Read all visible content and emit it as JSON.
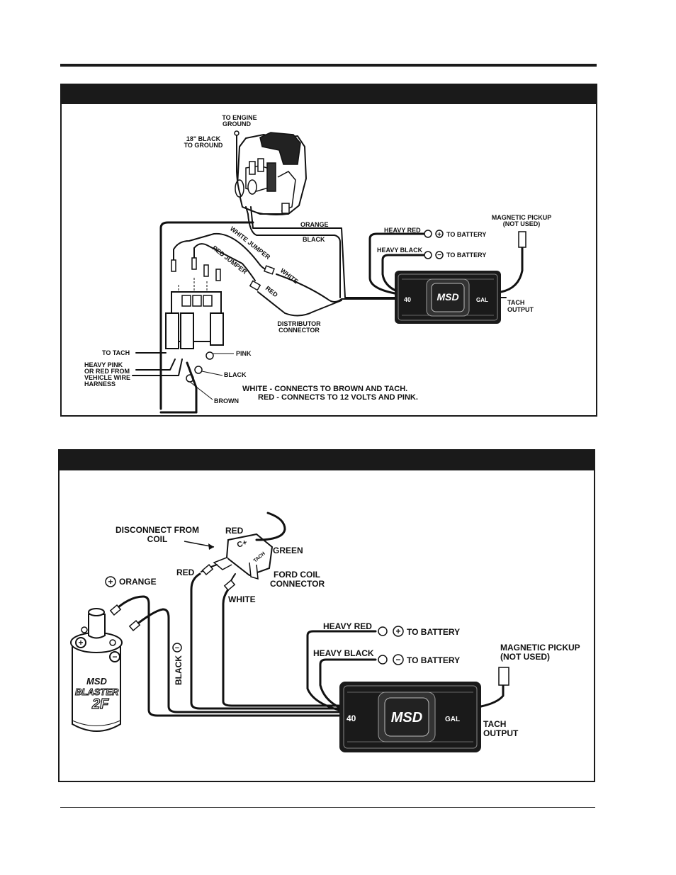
{
  "diagram1": {
    "labels": {
      "to_engine_ground_1": "TO ENGINE",
      "to_engine_ground_2": "GROUND",
      "black_to_ground_1": "18\" BLACK",
      "black_to_ground_2": "TO GROUND",
      "orange": "ORANGE",
      "black": "BLACK",
      "white_jumper": "WHITE JUMPER",
      "red_jumper": "RED JUMPER",
      "white": "WHITE",
      "red": "RED",
      "heavy_red": "HEAVY RED",
      "heavy_black": "HEAVY BLACK",
      "to_battery_pos": "TO BATTERY",
      "to_battery_neg": "TO BATTERY",
      "magnetic_pickup": "MAGNETIC PICKUP",
      "not_used": "(NOT USED)",
      "tach_output_1": "TACH",
      "tach_output_2": "OUTPUT",
      "distributor_connector_1": "DISTRIBUTOR",
      "distributor_connector_2": "CONNECTOR",
      "to_tach": "TO TACH",
      "heavy_pink_1": "HEAVY PINK",
      "heavy_pink_2": "OR RED FROM",
      "heavy_pink_3": "VEHICLE WIRE",
      "heavy_pink_4": "HARNESS",
      "pink": "PINK",
      "black_term": "BLACK",
      "brown": "BROWN",
      "note_1": "WHITE - CONNECTS TO BROWN AND TACH.",
      "note_2": "RED - CONNECTS TO 12 VOLTS AND PINK."
    },
    "box": {
      "logo": "MSD",
      "left_badge": "40",
      "right_badge": "GAL"
    }
  },
  "diagram2": {
    "labels": {
      "disconnect_1": "DISCONNECT FROM",
      "disconnect_2": "COIL",
      "red_top": "RED",
      "green": "GREEN",
      "red_left": "RED",
      "ford_coil_1": "FORD COIL",
      "ford_coil_2": "CONNECTOR",
      "orange": "ORANGE",
      "white": "WHITE",
      "black": "BLACK",
      "heavy_red": "HEAVY RED",
      "heavy_black": "HEAVY BLACK",
      "to_battery_pos": "TO BATTERY",
      "to_battery_neg": "TO BATTERY",
      "magnetic_pickup": "MAGNETIC PICKUP",
      "not_used": "(NOT USED)",
      "tach_output_1": "TACH",
      "tach_output_2": "OUTPUT",
      "connector_cplus": "C+",
      "connector_tach": "TACH"
    },
    "coil": {
      "brand": "MSD",
      "model": "BLASTER",
      "variant": "2F"
    },
    "box": {
      "logo": "MSD",
      "left_badge": "40",
      "right_badge": "GAL"
    }
  }
}
